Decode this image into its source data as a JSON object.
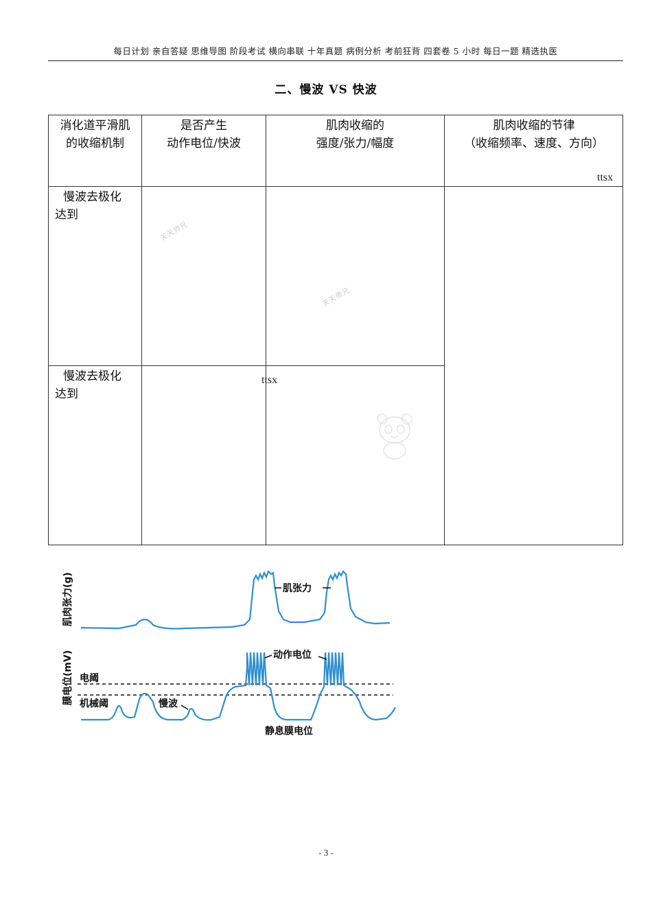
{
  "header": {
    "text": "每日计划 亲自答疑 思维导图 阶段考试 横向串联 十年真题 病例分析 考前狂背 四套卷 5 小时 每日一题 精选执医"
  },
  "title": "二、慢波 VS 快波",
  "table": {
    "headers": [
      [
        "消化道平滑肌",
        "的收缩机制"
      ],
      [
        "是否产生",
        "动作电位/快波"
      ],
      [
        "肌肉收缩的",
        "强度/张力/幅度"
      ],
      [
        "肌肉收缩的节律",
        "（收缩频率、速度、方向）"
      ]
    ],
    "rows": [
      [
        "慢波去极化",
        "达到"
      ],
      [
        "慢波去极化",
        "达到"
      ]
    ],
    "overlay_text": "ttsx"
  },
  "watermark": "天天师兄",
  "figure": {
    "y_label_top": "肌肉张力(g)",
    "y_label_bottom": "膜电位(mV)",
    "muscle_tension": "肌张力",
    "action_potential": "动作电位",
    "electrical_threshold": "电阈",
    "mechanical_threshold": "机械阈",
    "slow_wave": "慢波",
    "resting_potential": "静息膜电位",
    "line_color": "#2f8fd0"
  },
  "page_number": "- 3 -"
}
